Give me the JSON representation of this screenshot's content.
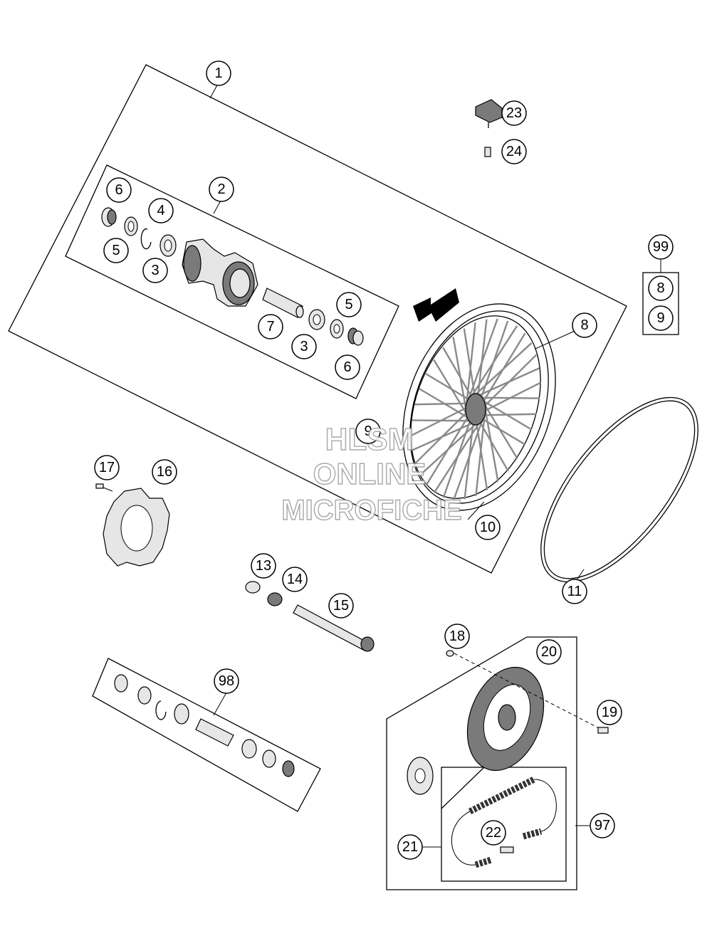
{
  "callouts": {
    "c1": "1",
    "c2": "2",
    "c3a": "3",
    "c3b": "3",
    "c4": "4",
    "c5a": "5",
    "c5b": "5",
    "c6a": "6",
    "c6b": "6",
    "c7": "7",
    "c8": "8",
    "c9": "9",
    "c10": "10",
    "c11": "11",
    "c13": "13",
    "c14": "14",
    "c15": "15",
    "c16": "16",
    "c17": "17",
    "c18": "18",
    "c19": "19",
    "c20": "20",
    "c21": "21",
    "c22": "22",
    "c23": "23",
    "c24": "24",
    "c97": "97",
    "c98": "98",
    "c99": "99",
    "kit99_a": "8",
    "kit99_b": "9"
  },
  "watermark": {
    "line1": "HLSM",
    "line2": "ONLINE",
    "line3": "MICROFICHE"
  }
}
